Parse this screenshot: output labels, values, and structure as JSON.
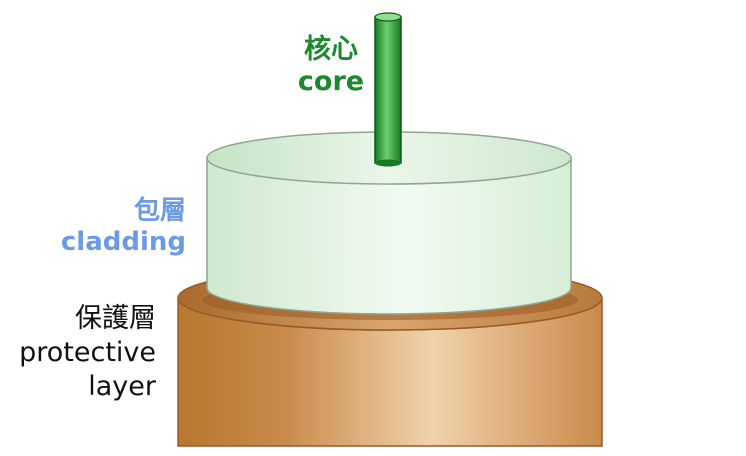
{
  "labels": {
    "core": {
      "zh": "核心",
      "en": "core"
    },
    "cladding": {
      "zh": "包層",
      "en": "cladding"
    },
    "protective": {
      "zh": "保護層",
      "en_line1": "protective",
      "en_line2": "layer"
    }
  },
  "colors": {
    "core": "#1b8a2e",
    "cladding_text": "#6b9ae6",
    "cladding_fill": "#d9f0d9",
    "protective_text": "#111111",
    "protective_fill": "#c9874a",
    "protective_edge": "#9a5a25"
  }
}
